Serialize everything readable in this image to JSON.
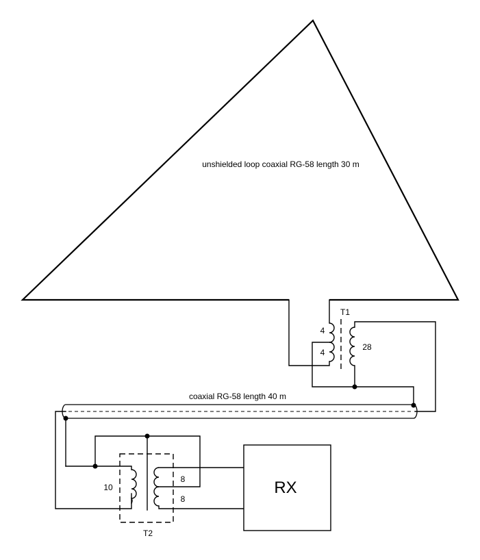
{
  "labels": {
    "loop": "unshielded loop coaxial RG-58 length 30 m",
    "feedline": "coaxial RG-58 length 40 m",
    "t1": "T1",
    "t2": "T2",
    "rx": "RX"
  },
  "windings": {
    "t1_primary_upper": "4",
    "t1_primary_lower": "4",
    "t1_secondary": "28",
    "t2_primary": "10",
    "t2_secondary_upper": "8",
    "t2_secondary_lower": "8"
  },
  "colors": {
    "line": "#000000",
    "background": "#ffffff"
  }
}
